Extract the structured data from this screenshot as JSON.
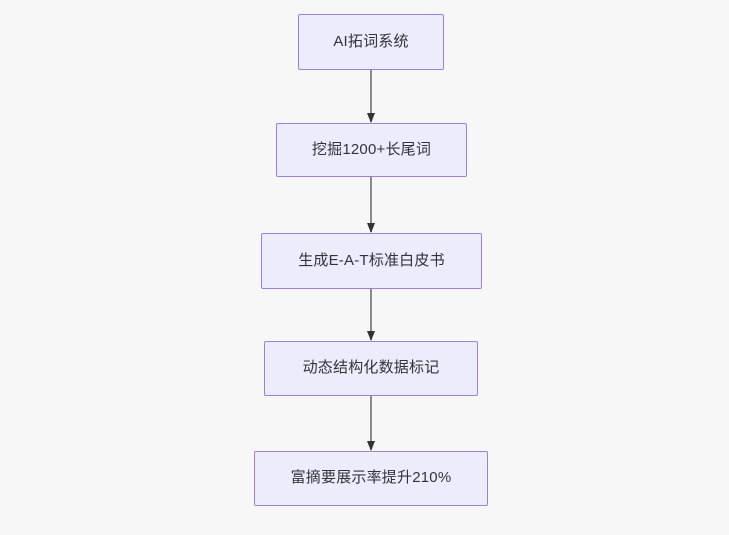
{
  "diagram": {
    "type": "flowchart",
    "direction": "top-to-bottom",
    "background_color": "#f7f7f8",
    "node_fill_color": "#ececfd",
    "node_border_color": "#a07ede",
    "node_text_color": "#333338",
    "edge_line_color": "#8a8a8a",
    "edge_arrow_color": "#333333",
    "nodes": [
      {
        "id": "n1",
        "label": "AI拓词系统"
      },
      {
        "id": "n2",
        "label": "挖掘1200+长尾词"
      },
      {
        "id": "n3",
        "label": "生成E-A-T标准白皮书"
      },
      {
        "id": "n4",
        "label": "动态结构化数据标记"
      },
      {
        "id": "n5",
        "label": "富摘要展示率提升210%"
      }
    ],
    "edges": [
      {
        "id": "e1",
        "from": "n1",
        "to": "n2",
        "label": ""
      },
      {
        "id": "e2",
        "from": "n2",
        "to": "n3",
        "label": ""
      },
      {
        "id": "e3",
        "from": "n3",
        "to": "n4",
        "label": ""
      },
      {
        "id": "e4",
        "from": "n4",
        "to": "n5",
        "label": ""
      }
    ]
  }
}
